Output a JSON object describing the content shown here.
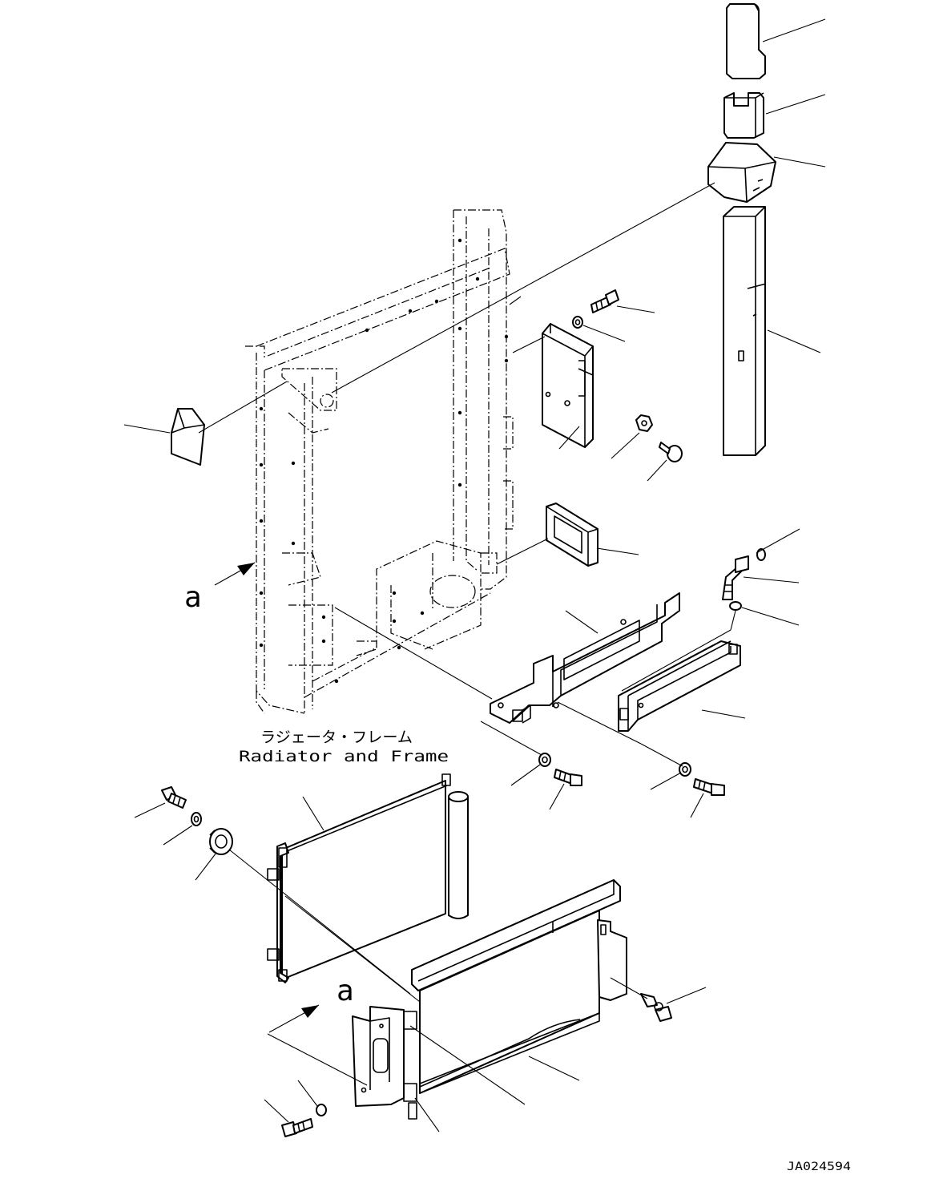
{
  "title_jp": "ラジェータ・フレーム",
  "title_en": "Radiator and Frame",
  "view_marker": "a",
  "drawing_number": "JA024594"
}
